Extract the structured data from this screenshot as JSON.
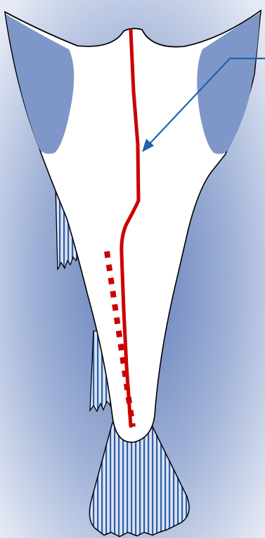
{
  "diagram": {
    "colors": {
      "background_center": "#6f88bd",
      "background_edge": "#dde4f1",
      "body_fill": "#ffffff",
      "outline": "#000000",
      "wing_fill": "#7f97c8",
      "fin_stripes": "#2e5fa8",
      "fin_background": "#d9e2f2",
      "solid_line": "#cc0000",
      "dashed_line": "#cc0000",
      "pointer_arrow": "#1f62b0"
    },
    "elements": [
      "body-outline",
      "left-pectoral-fin",
      "right-pectoral-fin",
      "left-upper-fin",
      "left-lower-fin",
      "tail-fin",
      "solid-cut-line",
      "dashed-cut-line",
      "pointer-arrow"
    ]
  }
}
